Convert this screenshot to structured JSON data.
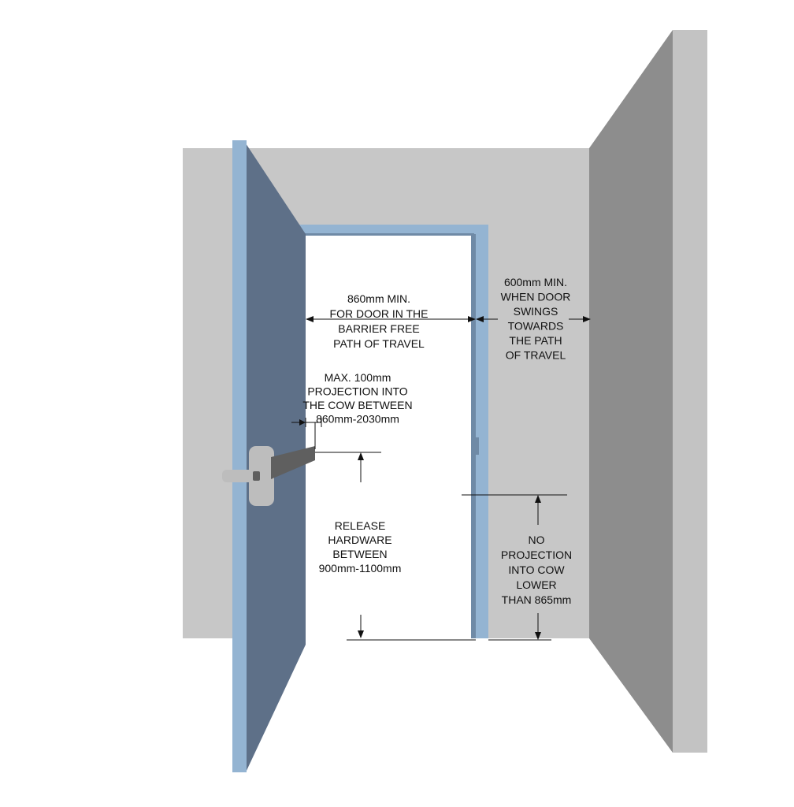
{
  "colors": {
    "back_wall": "#c7c7c7",
    "side_wall_face": "#8d8d8d",
    "side_wall_edge": "#c3c3c3",
    "door_face": "#5e7088",
    "door_edge": "#94b4d2",
    "frame": "#94b4d2",
    "frame_shadow": "#6f8aa6",
    "opening": "#ffffff",
    "hardware_body": "#bdbdbd",
    "hardware_bar": "#5f5f5f",
    "text": "#111111"
  },
  "labels": {
    "door_width": [
      "860mm MIN.",
      "FOR DOOR IN THE",
      "BARRIER FREE",
      "PATH OF TRAVEL"
    ],
    "side_clearance": [
      "600mm MIN.",
      "WHEN DOOR",
      "SWINGS",
      "TOWARDS",
      "THE PATH",
      "OF TRAVEL"
    ],
    "max_projection": [
      "MAX. 100mm",
      "PROJECTION INTO",
      "THE COW BETWEEN",
      "860mm-2030mm"
    ],
    "release_hardware": [
      "RELEASE",
      "HARDWARE",
      "BETWEEN",
      "900mm-1100mm"
    ],
    "no_projection": [
      "NO",
      "PROJECTION",
      "INTO COW",
      "LOWER",
      "THAN 865mm"
    ]
  }
}
